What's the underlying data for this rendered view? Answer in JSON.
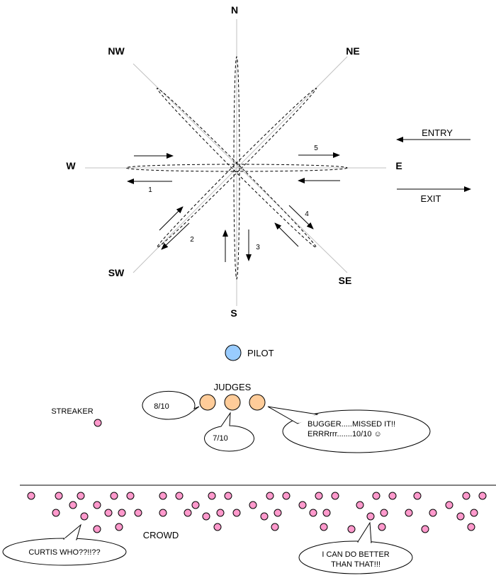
{
  "compass": {
    "directions": {
      "n": "N",
      "ne": "NE",
      "e": "E",
      "se": "SE",
      "s": "S",
      "sw": "SW",
      "w": "W",
      "nw": "NW"
    },
    "steps": [
      "1",
      "2",
      "3",
      "4",
      "5"
    ]
  },
  "entry": "ENTRY",
  "exit": "EXIT",
  "pilot": {
    "label": "PILOT",
    "color": "#99ccff"
  },
  "judges": {
    "label": "JUDGES",
    "color": "#ffcc99",
    "scores": [
      "8/10",
      "7/10"
    ],
    "comment_lines": [
      "BUGGER.....MISSED IT!!",
      "ERRRrrr.......10/10 ☺"
    ]
  },
  "streaker": {
    "label": "STREAKER",
    "color": "#ff99cc"
  },
  "crowd": {
    "label": "CROWD",
    "color": "#ff99cc",
    "speech_left": "CURTIS WHO??!!??",
    "speech_right_lines": [
      "I CAN DO BETTER",
      "THAN THAT!!!"
    ]
  }
}
